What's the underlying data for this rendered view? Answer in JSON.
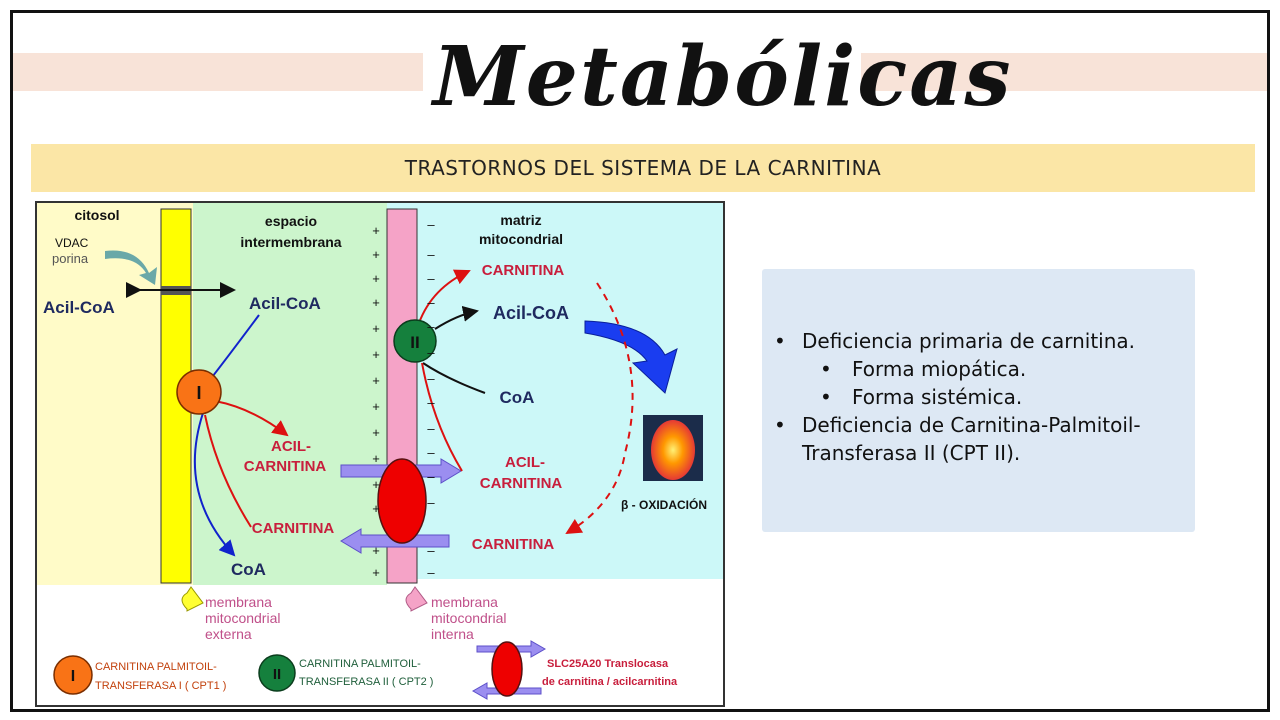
{
  "header": {
    "title": "Metabólicas",
    "subtitle": "TRASTORNOS DEL SISTEMA DE LA CARNITINA"
  },
  "diagram": {
    "regions": {
      "cytosol": "citosol",
      "intermembrane_line1": "espacio",
      "intermembrane_line2": "intermembrana",
      "matrix_line1": "matriz",
      "matrix_line2": "mitocondrial"
    },
    "vdac": "VDAC",
    "porina": "porina",
    "acyl_coa_cytosol": "Acil-CoA",
    "acyl_coa_intermembrane": "Acil-CoA",
    "acyl_coa_matrix": "Acil-CoA",
    "coa_intermembrane": "CoA",
    "coa_matrix": "CoA",
    "acylcarnitine_left_1": "ACIL-",
    "acylcarnitine_left_2": "CARNITINA",
    "acylcarnitine_right_1": "ACIL-",
    "acylcarnitine_right_2": "CARNITINA",
    "carnitine_left": "CARNITINA",
    "carnitine_matrix_top": "CARNITINA",
    "carnitine_matrix_bottom": "CARNITINA",
    "beta_oxidation": "β - OXIDACIÓN",
    "enzyme_I": "I",
    "enzyme_II": "II",
    "plus_sign": "+",
    "minus_sign": "–",
    "membrane_outer_1": "membrana",
    "membrane_outer_2": "mitocondrial",
    "membrane_outer_3": "externa",
    "membrane_inner_1": "membrana",
    "membrane_inner_2": "mitocondrial",
    "membrane_inner_3": "interna",
    "legend": {
      "cpt1_line1": "CARNITINA PALMITOIL-",
      "cpt1_line2": "TRANSFERASA I  ( CPT1 )",
      "cpt2_line1": "CARNITINA PALMITOIL-",
      "cpt2_line2": "TRANSFERASA II  ( CPT2 )",
      "slc_line1": "SLC25A20   Translocasa",
      "slc_line2": "de carnitina / acilcarnitina"
    }
  },
  "bullets": [
    {
      "text": "Deficiencia primaria de carnitina.",
      "level": 1
    },
    {
      "text": "Forma miopática.",
      "level": 2
    },
    {
      "text": "Forma sistémica.",
      "level": 2
    },
    {
      "text": "Deficiencia de Carnitina-Palmitoil-Transferasa II (CPT II).",
      "level": 1
    }
  ],
  "colors": {
    "outer_membrane": "#ffff00",
    "inner_membrane": "#f5a3c7",
    "cpt1": "#f97316",
    "cpt2": "#15803d",
    "translocase": "#ee0000",
    "cytosol_bg": "#fffbc8",
    "intermembrane_bg": "#ccf5cc",
    "matrix_bg": "#ccf8f8"
  }
}
